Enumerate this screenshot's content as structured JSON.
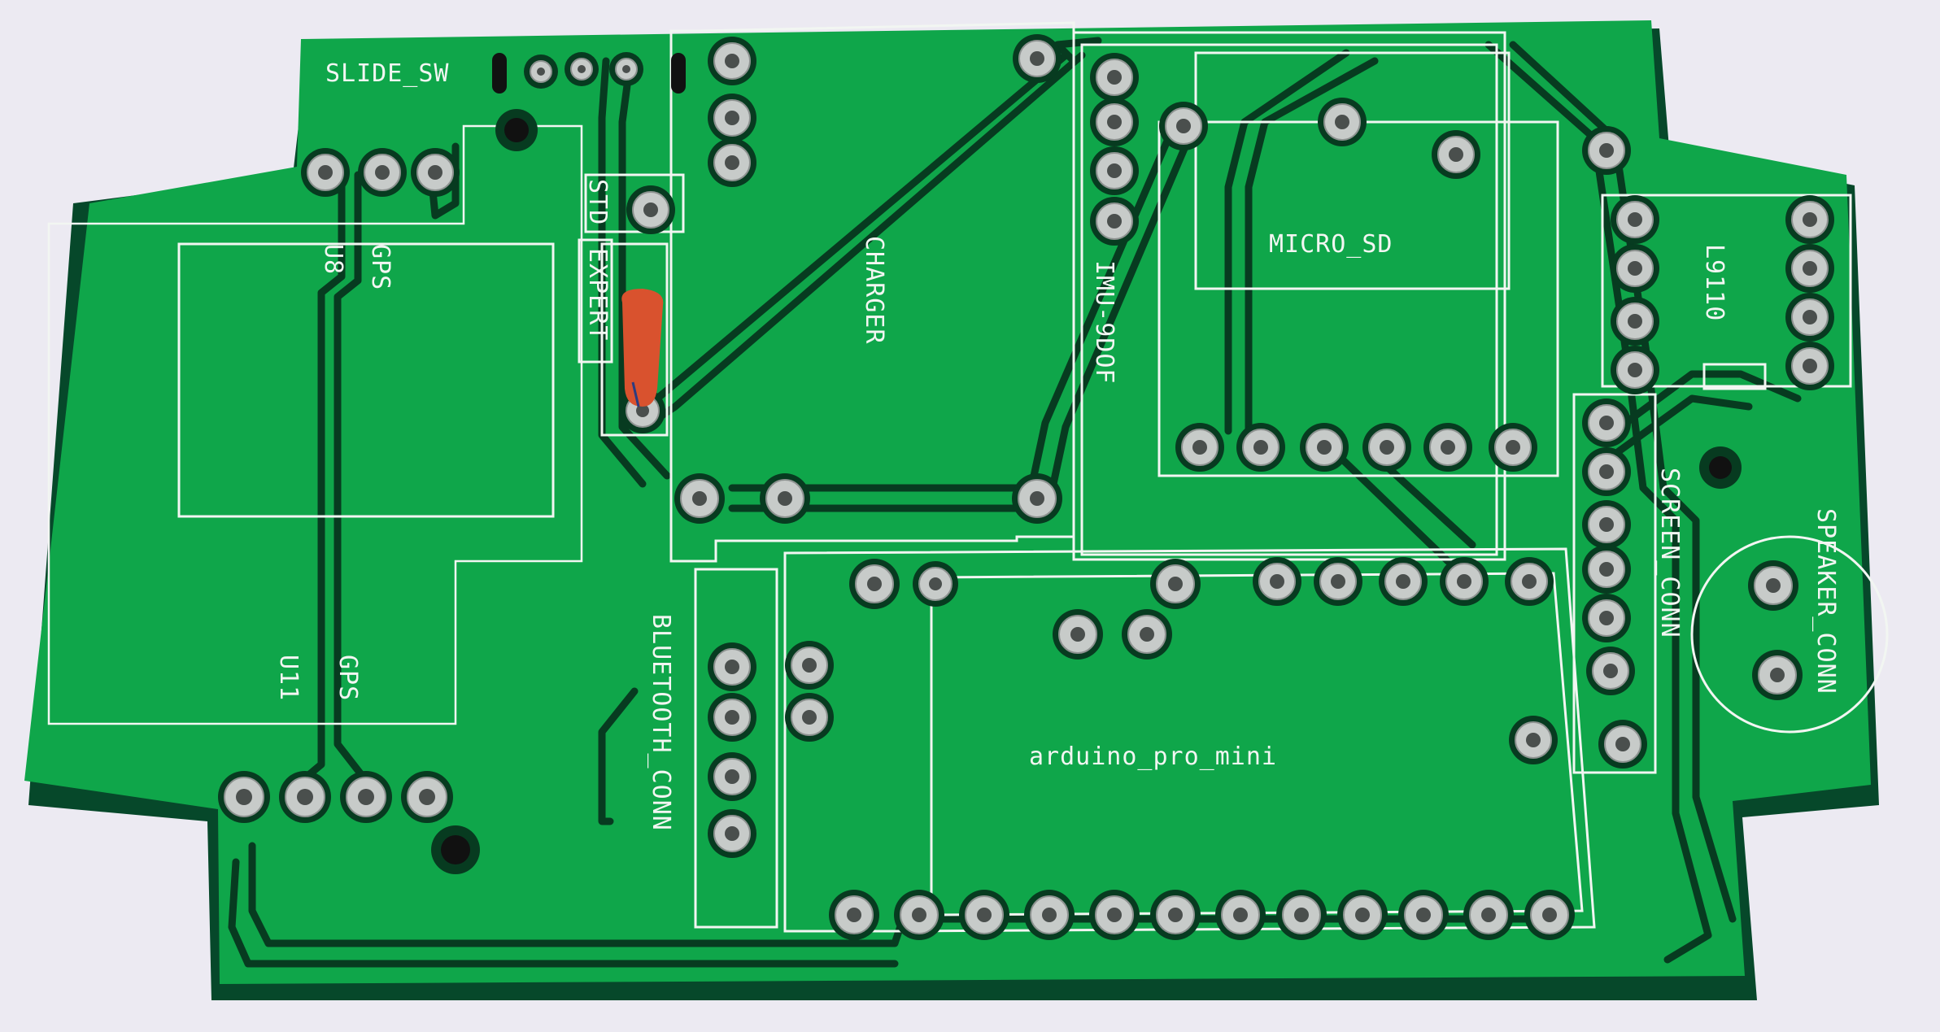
{
  "colors": {
    "background": "#eceaf2",
    "board": "#0fa64a",
    "board_edge": "#06482a",
    "trace": "#073b20",
    "silkscreen": "#f2f6f2",
    "pad": "#c7cbc9",
    "capacitor": "#d9522e"
  },
  "labels": {
    "slide_sw": "SLIDE_SW",
    "u8": "U8",
    "gps_top": "GPS",
    "u11": "U11",
    "gps_bottom": "GPS",
    "std": "STD",
    "expert": "EXPERT",
    "charger": "CHARGER",
    "imu": "IMU-9DOF",
    "micro_sd": "MICRO_SD",
    "l9110": "L9110",
    "screen_conn": "SCREEN_CONN",
    "speaker_conn": "SPEAKER_CONN",
    "bluetooth_conn": "BLUETOOTH_CONN",
    "arduino": "arduino_pro_mini"
  }
}
